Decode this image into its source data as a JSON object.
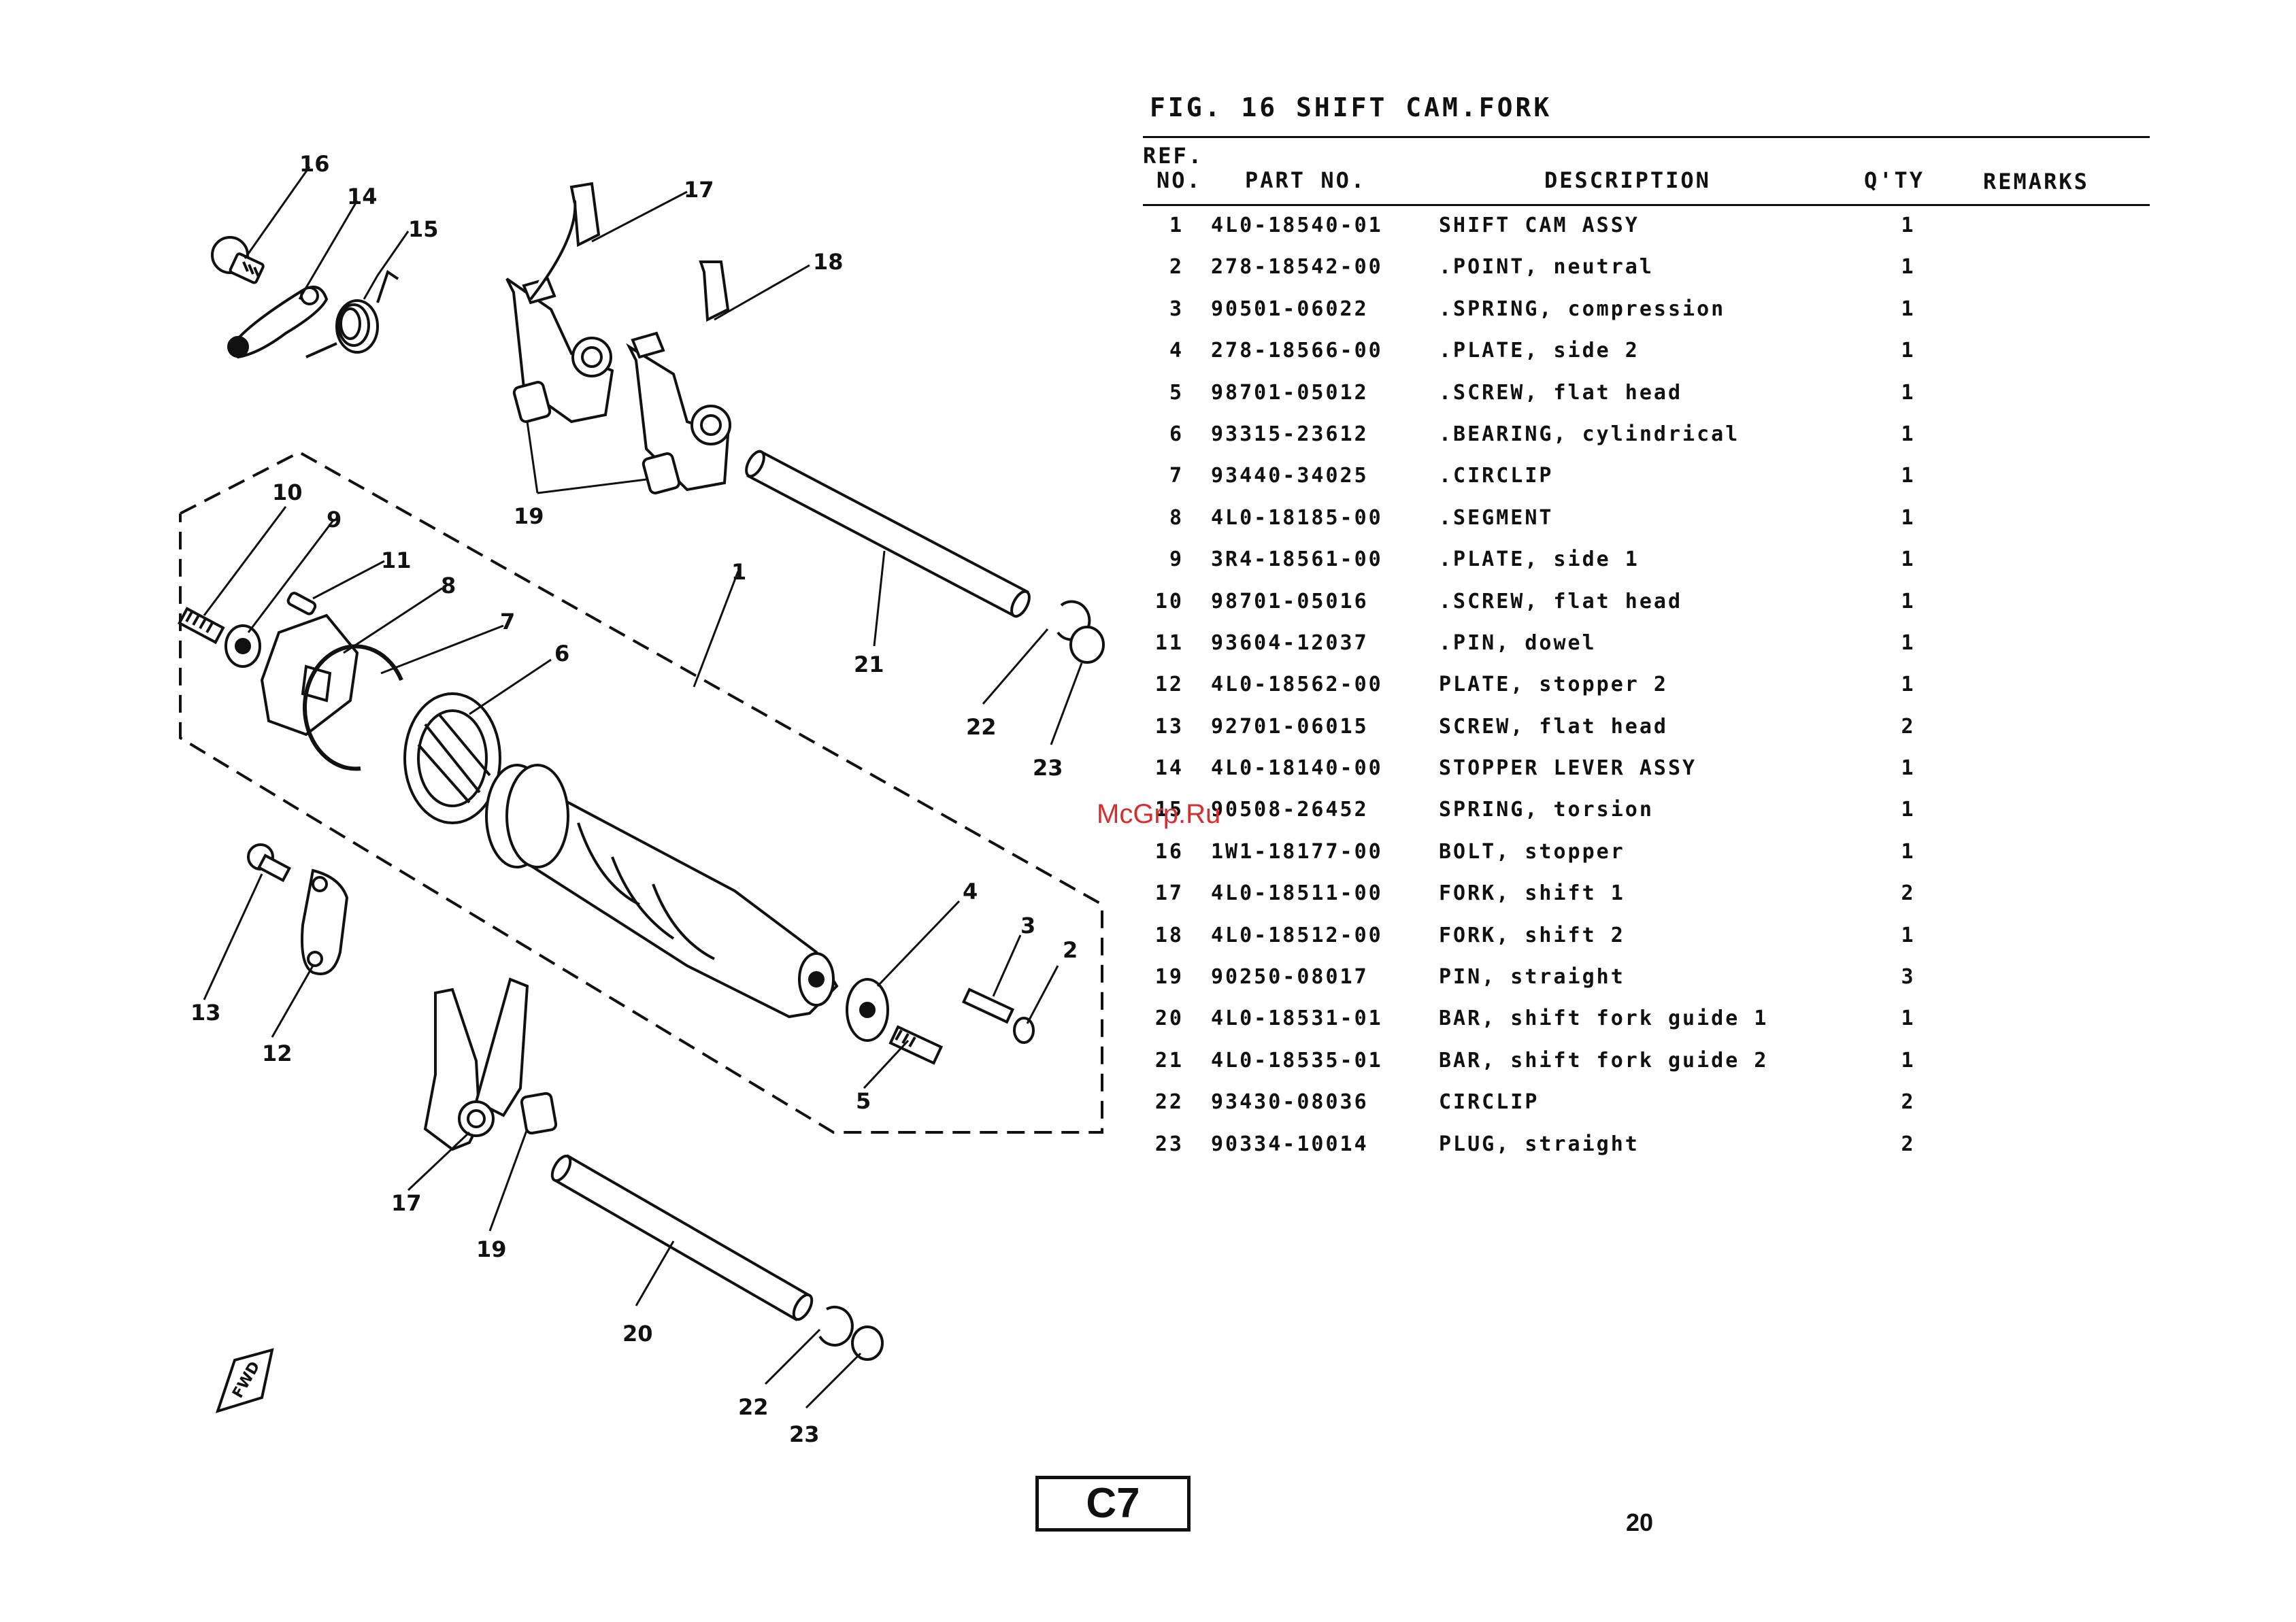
{
  "figure": {
    "title": "FIG. 16   SHIFT CAM.FORK"
  },
  "table": {
    "headers": {
      "ref_line1": "REF.",
      "ref_line2": "NO.",
      "part_no": "PART NO.",
      "description": "DESCRIPTION",
      "qty": "Q'TY",
      "remarks": "REMARKS"
    },
    "rows": [
      {
        "ref": "1",
        "part": "4L0-18540-01",
        "desc": "SHIFT CAM ASSY",
        "qty": "1"
      },
      {
        "ref": "2",
        "part": "278-18542-00",
        "desc": ".POINT, neutral",
        "qty": "1"
      },
      {
        "ref": "3",
        "part": "90501-06022",
        "desc": ".SPRING, compression",
        "qty": "1"
      },
      {
        "ref": "4",
        "part": "278-18566-00",
        "desc": ".PLATE, side 2",
        "qty": "1"
      },
      {
        "ref": "5",
        "part": "98701-05012",
        "desc": ".SCREW, flat head",
        "qty": "1"
      },
      {
        "ref": "6",
        "part": "93315-23612",
        "desc": ".BEARING, cylindrical",
        "qty": "1"
      },
      {
        "ref": "7",
        "part": "93440-34025",
        "desc": ".CIRCLIP",
        "qty": "1"
      },
      {
        "ref": "8",
        "part": "4L0-18185-00",
        "desc": ".SEGMENT",
        "qty": "1"
      },
      {
        "ref": "9",
        "part": "3R4-18561-00",
        "desc": ".PLATE, side 1",
        "qty": "1"
      },
      {
        "ref": "10",
        "part": "98701-05016",
        "desc": ".SCREW, flat head",
        "qty": "1"
      },
      {
        "ref": "11",
        "part": "93604-12037",
        "desc": ".PIN, dowel",
        "qty": "1"
      },
      {
        "ref": "12",
        "part": "4L0-18562-00",
        "desc": "PLATE, stopper 2",
        "qty": "1"
      },
      {
        "ref": "13",
        "part": "92701-06015",
        "desc": "SCREW, flat head",
        "qty": "2"
      },
      {
        "ref": "14",
        "part": "4L0-18140-00",
        "desc": "STOPPER LEVER ASSY",
        "qty": "1"
      },
      {
        "ref": "15",
        "part": "90508-26452",
        "desc": "SPRING, torsion",
        "qty": "1"
      },
      {
        "ref": "16",
        "part": "1W1-18177-00",
        "desc": "BOLT, stopper",
        "qty": "1"
      },
      {
        "ref": "17",
        "part": "4L0-18511-00",
        "desc": "FORK, shift 1",
        "qty": "2"
      },
      {
        "ref": "18",
        "part": "4L0-18512-00",
        "desc": "FORK, shift 2",
        "qty": "1"
      },
      {
        "ref": "19",
        "part": "90250-08017",
        "desc": "PIN, straight",
        "qty": "3"
      },
      {
        "ref": "20",
        "part": "4L0-18531-01",
        "desc": "BAR, shift fork guide 1",
        "qty": "1"
      },
      {
        "ref": "21",
        "part": "4L0-18535-01",
        "desc": "BAR, shift fork guide 2",
        "qty": "1"
      },
      {
        "ref": "22",
        "part": "93430-08036",
        "desc": "CIRCLIP",
        "qty": "2"
      },
      {
        "ref": "23",
        "part": "90334-10014",
        "desc": "PLUG, straight",
        "qty": "2"
      }
    ]
  },
  "diagram": {
    "callouts": {
      "c16": "16",
      "c14": "14",
      "c15": "15",
      "c17a": "17",
      "c18": "18",
      "c19a": "19",
      "c10": "10",
      "c9": "9",
      "c11": "11",
      "c8": "8",
      "c7": "7",
      "c6": "6",
      "c1": "1",
      "c21": "21",
      "c22a": "22",
      "c23a": "23",
      "c4": "4",
      "c3": "3",
      "c2": "2",
      "c5": "5",
      "c13": "13",
      "c12": "12",
      "c17b": "17",
      "c19b": "19",
      "c20": "20",
      "c22b": "22",
      "c23b": "23"
    },
    "fwd_label": "FWD"
  },
  "watermark": "McGrp.Ru",
  "section_badge": "C7",
  "page_number": "20"
}
